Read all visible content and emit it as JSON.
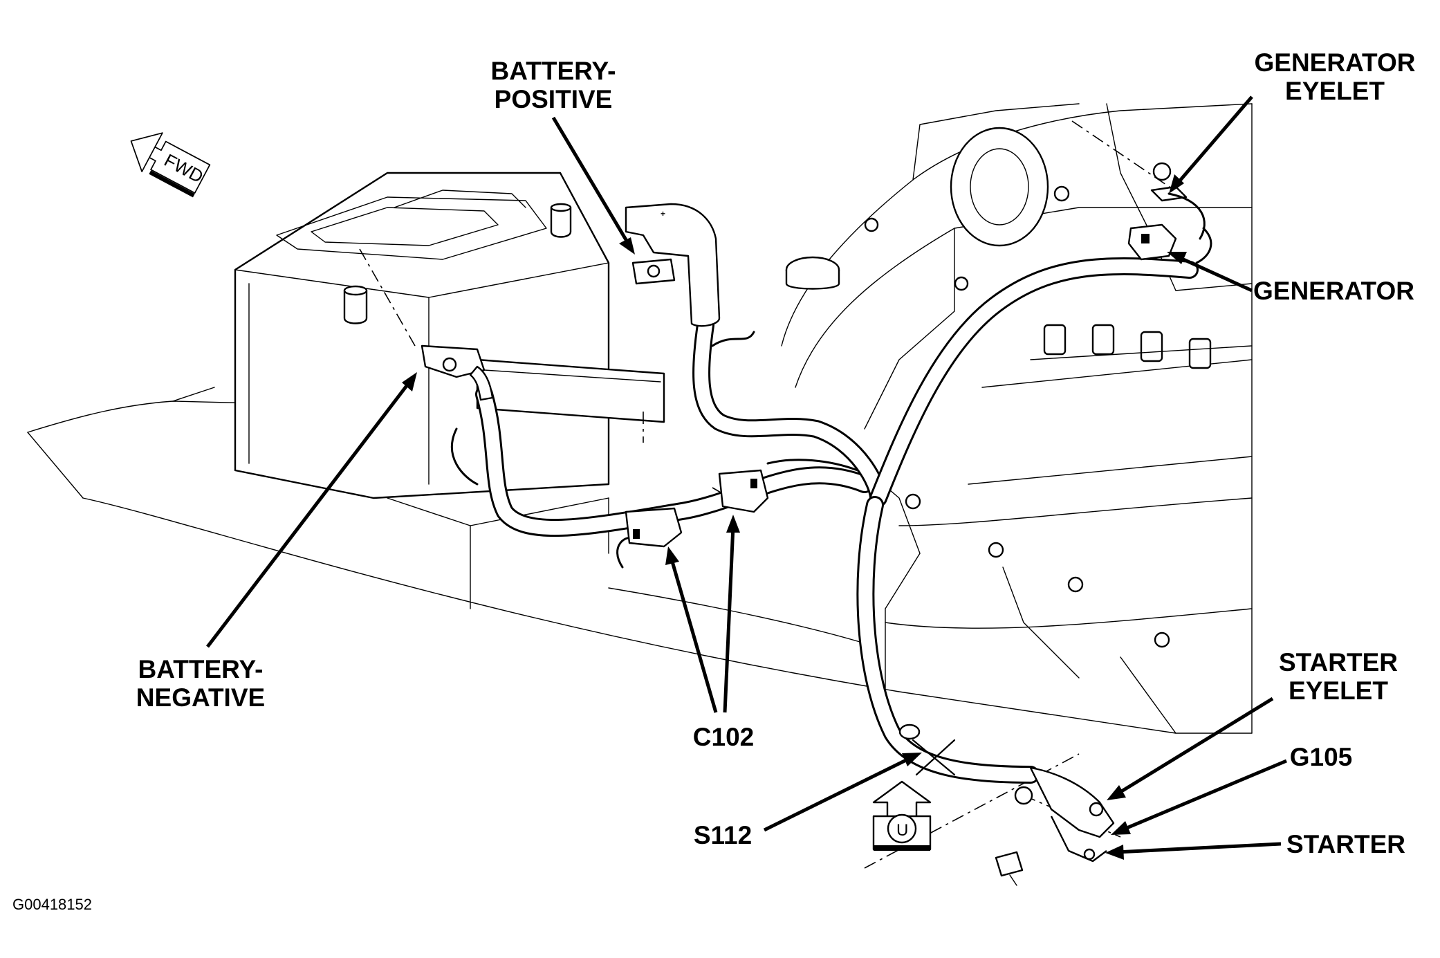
{
  "fwd_label": "FWD",
  "up_label": "U",
  "figure_id": "G00418152",
  "callouts": {
    "battery_positive": [
      "BATTERY-",
      "POSITIVE"
    ],
    "battery_negative": [
      "BATTERY-",
      "NEGATIVE"
    ],
    "generator_eyelet": [
      "GENERATOR",
      "EYELET"
    ],
    "generator": "GENERATOR",
    "c102": "C102",
    "s112": "S112",
    "starter_eyelet": [
      "STARTER",
      "EYELET"
    ],
    "g105": "G105",
    "starter": "STARTER"
  }
}
